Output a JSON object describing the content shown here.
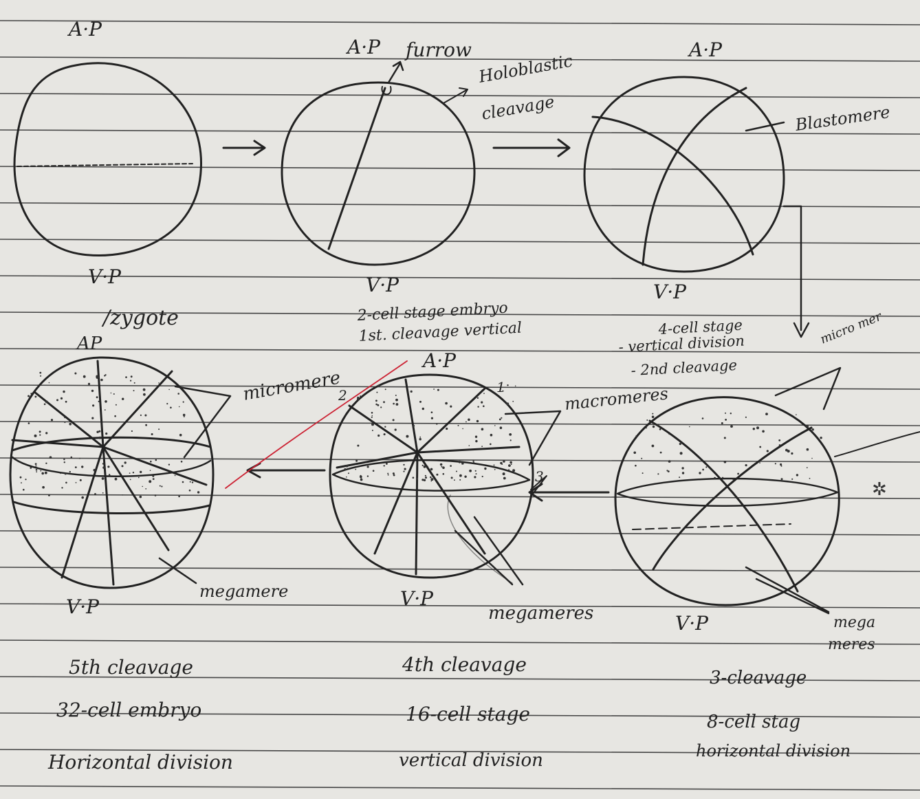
{
  "stages": [
    {
      "id": "zygote",
      "ap": "A·P",
      "vp": "V·P",
      "caption": [
        "/zygote"
      ]
    },
    {
      "id": "two-cell",
      "ap": "A·P",
      "vp": "V·P",
      "caption": [
        "2-cell stage embryo",
        "1st. cleavage vertical"
      ]
    },
    {
      "id": "four-cell",
      "ap": "A·P",
      "vp": "V·P",
      "caption": [
        "4-cell stage",
        "- vertical division",
        "- 2nd cleavage"
      ]
    },
    {
      "id": "eight-cell",
      "vp": "V·P",
      "caption": [
        "3-cleavage",
        "8-cell stag",
        "horizontal division"
      ]
    },
    {
      "id": "sixteen-cell",
      "ap": "A·P",
      "vp": "V·P",
      "caption": [
        "4th cleavage",
        "16-cell stage",
        "vertical division"
      ]
    },
    {
      "id": "thirty-two-cell",
      "ap": "AP",
      "vp": "V·P",
      "caption": [
        "5th cleavage",
        "32-cell embryo",
        "Horizontal division"
      ]
    }
  ],
  "labels": {
    "furrow": "furrow",
    "holoblastic": [
      "Holoblastic",
      "cleavage"
    ],
    "blastomere": "Blastomere",
    "micromere_top": "micro mer",
    "macromeres": "macromeres",
    "micromere": "micromere",
    "megameres_16": "megameres",
    "megameres_8": [
      "mega",
      "meres"
    ],
    "megamere_32": "megamere",
    "num_1": "1",
    "num_2": "2",
    "num_3": "3"
  },
  "colors": {
    "ink": "#222222",
    "paper": "#e7e6e2",
    "rule": "#2b2b2b",
    "red": "#cc2233"
  }
}
